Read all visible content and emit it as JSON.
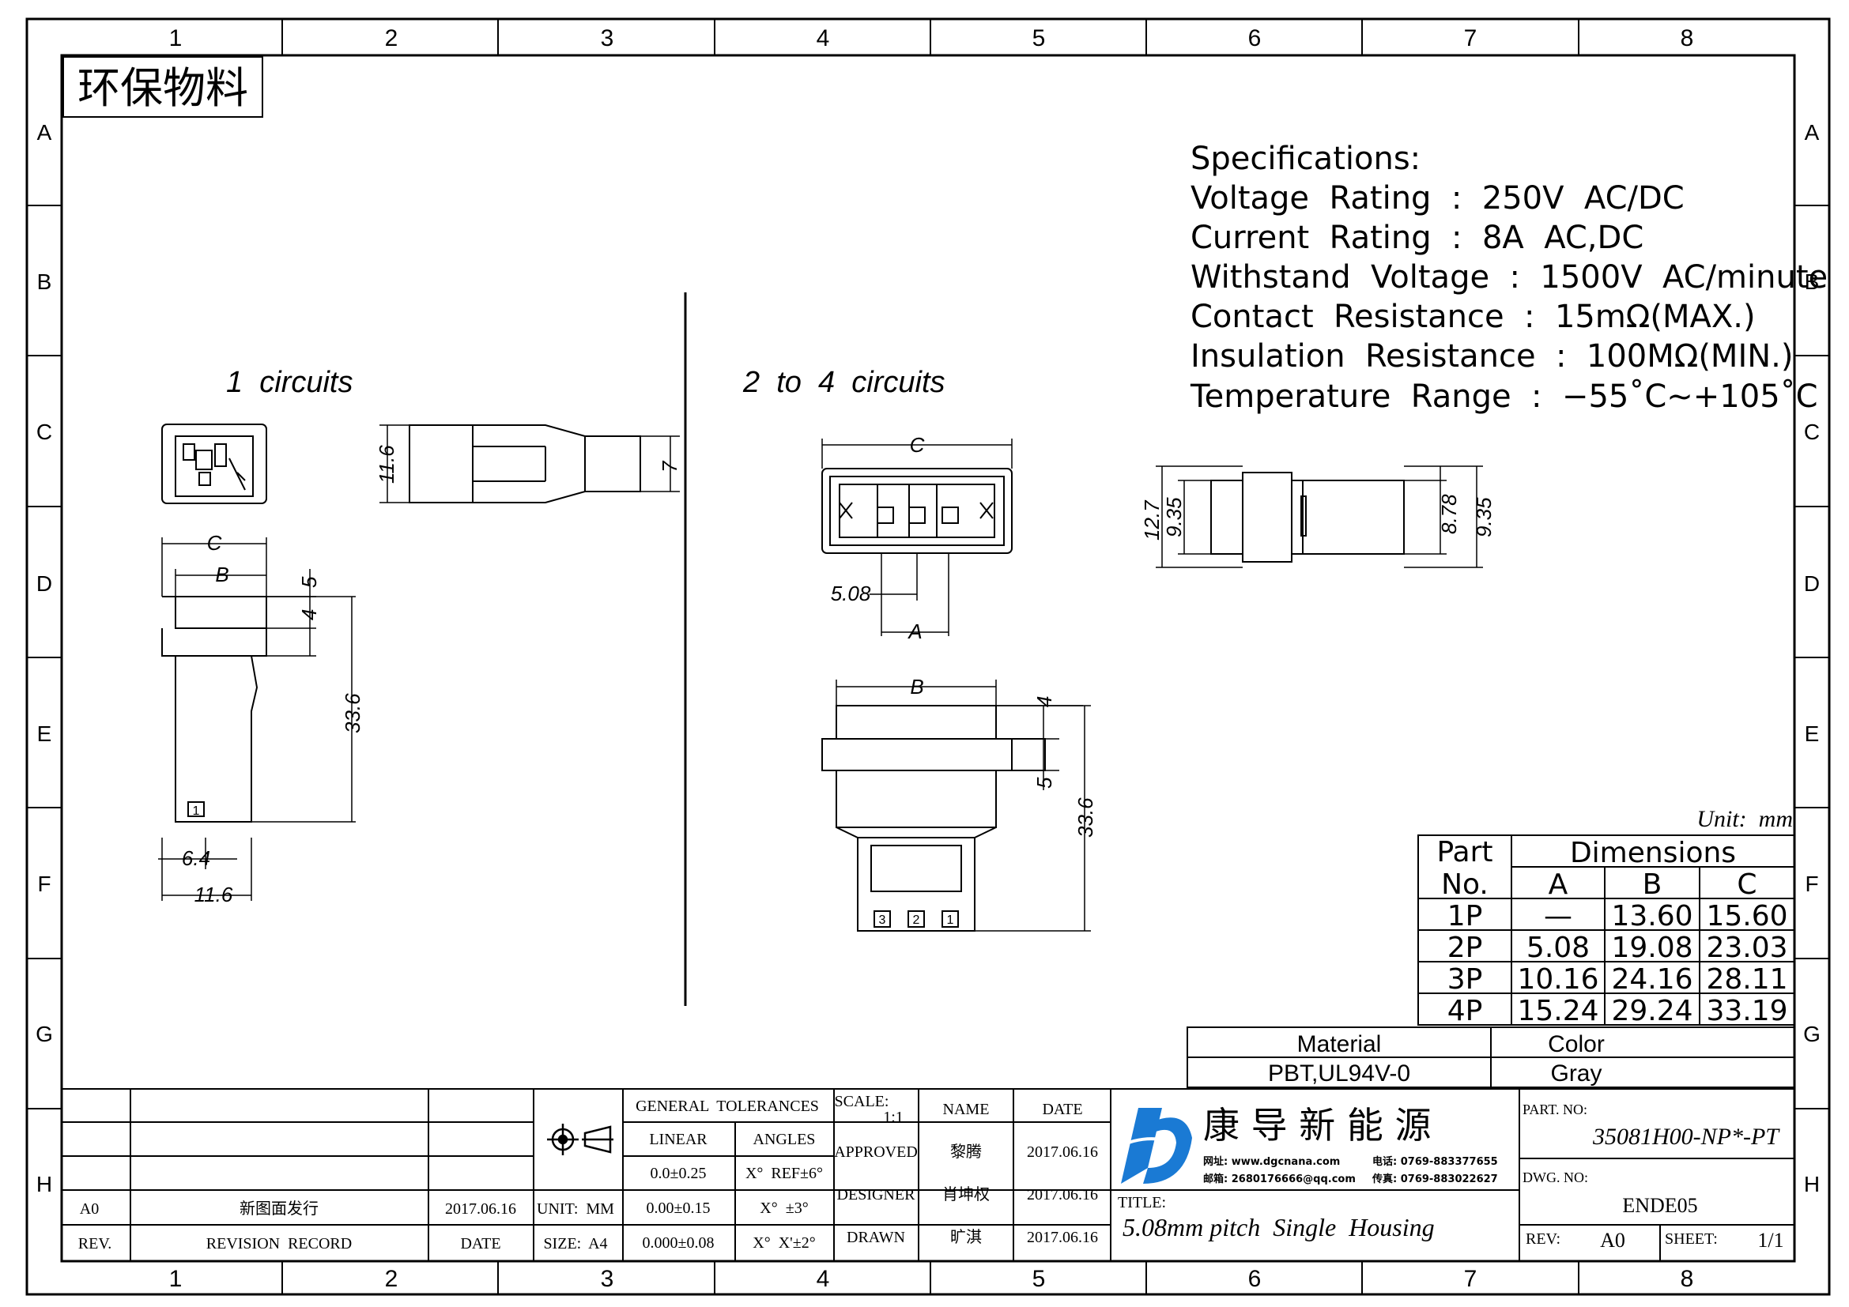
{
  "frame": {
    "cols": [
      "1",
      "2",
      "3",
      "4",
      "5",
      "6",
      "7",
      "8"
    ],
    "rows": [
      "A",
      "B",
      "C",
      "D",
      "E",
      "F",
      "G",
      "H"
    ]
  },
  "eco_label": "环保物料",
  "specs": {
    "heading": "Specifications:",
    "lines": [
      "Voltage  Rating  :  250V  AC/DC",
      "Current  Rating  :  8A  AC,DC",
      "Withstand  Voltage  :  1500V  AC/minute",
      "Contact  Resistance  :  15mΩ(MAX.)",
      "Insulation  Resistance  :  100MΩ(MIN.)",
      "Temperature  Range  :  −55˚C~+105˚C"
    ]
  },
  "views": {
    "one_circuit_label": "1  circuits",
    "multi_circuit_label": "2  to  4  circuits"
  },
  "dims": {
    "h_11_6": "11.6",
    "d_7": "7",
    "c": "C",
    "b": "B",
    "a": "A",
    "d5": "5",
    "d4": "4",
    "d33_6": "33.6",
    "d6_4": "6.4",
    "d11_6b": "11.6",
    "d5_08": "5.08",
    "d12_7": "12.7",
    "d9_35": "9.35",
    "d8_78": "8.78",
    "pin1": "1",
    "pin2": "2",
    "pin3": "3"
  },
  "unit_label": "Unit:  mm",
  "dim_table": {
    "part_header_1": "Part",
    "part_header_2": "No.",
    "dims_header": "Dimensions",
    "cols": [
      "A",
      "B",
      "C"
    ],
    "rows": [
      {
        "part": "1P",
        "a": "—",
        "b": "13.60",
        "c": "15.60"
      },
      {
        "part": "2P",
        "a": "5.08",
        "b": "19.08",
        "c": "23.03"
      },
      {
        "part": "3P",
        "a": "10.16",
        "b": "24.16",
        "c": "28.11"
      },
      {
        "part": "4P",
        "a": "15.24",
        "b": "29.24",
        "c": "33.19"
      }
    ]
  },
  "material": {
    "material_label": "Material",
    "material_value": "PBT,UL94V-0",
    "color_label": "Color",
    "color_value": "Gray"
  },
  "title_block": {
    "rev_row": {
      "rev": "A0",
      "record": "新图面发行",
      "date": "2017.06.16"
    },
    "rev_header": {
      "rev": "REV.",
      "record": "REVISION  RECORD",
      "date": "DATE"
    },
    "unit": "UNIT:  MM",
    "size": "SIZE:  A4",
    "general_tolerances": "GENERAL  TOLERANCES",
    "linear": "LINEAR",
    "angles": "ANGLES",
    "tol": [
      {
        "linear": "0.0±0.25",
        "angle": "X°  REF±6°"
      },
      {
        "linear": "0.00±0.15",
        "angle": "X°  ±3°"
      },
      {
        "linear": "0.000±0.08",
        "angle": "X°  X'±2°"
      }
    ],
    "scale_label": "SCALE:",
    "scale_value": "1:1",
    "name_label": "NAME",
    "date_label": "DATE",
    "people": [
      {
        "role": "APPROVED",
        "name": "黎腾",
        "date": "2017.06.16"
      },
      {
        "role": "DESIGNER",
        "name": "肖坤权",
        "date": "2017.06.16"
      },
      {
        "role": "DRAWN",
        "name": "旷淇",
        "date": "2017.06.16"
      }
    ],
    "company": "康 导 新 能 源",
    "company_web": "网址: www.dgcnana.com",
    "company_tel": "电话: 0769-883377655",
    "company_mail": "邮箱: 2680176666@qq.com",
    "company_fax": "传真: 0769-883022627",
    "title_label": "TITLE:",
    "title_value": "5.08mm pitch  Single  Housing",
    "part_no_label": "PART. NO:",
    "part_no_value": "35081H00-NP*-PT",
    "dwg_no_label": "DWG. NO:",
    "dwg_no_value": "ENDE05",
    "rev_label": "REV:",
    "rev_value": "A0",
    "sheet_label": "SHEET:",
    "sheet_value": "1/1"
  },
  "colors": {
    "line": "#000000",
    "logo_blue": "#1a7ad4"
  }
}
